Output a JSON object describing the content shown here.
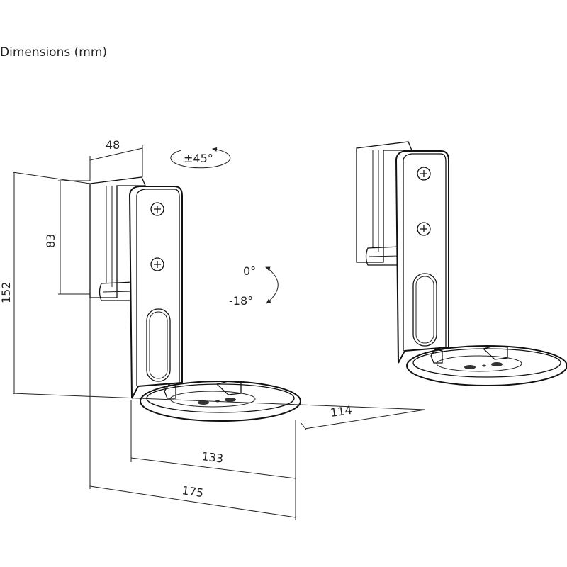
{
  "title": "Dimensions (mm)",
  "dimensions": {
    "width_mount": "48",
    "rotation": "±45°",
    "mount_height": "83",
    "total_height": "152",
    "tilt_top": "0°",
    "tilt_bottom": "-18°",
    "base_depth": "114",
    "base_width": "133",
    "total_depth": "175"
  },
  "colors": {
    "line": "#222222",
    "background": "#ffffff"
  }
}
